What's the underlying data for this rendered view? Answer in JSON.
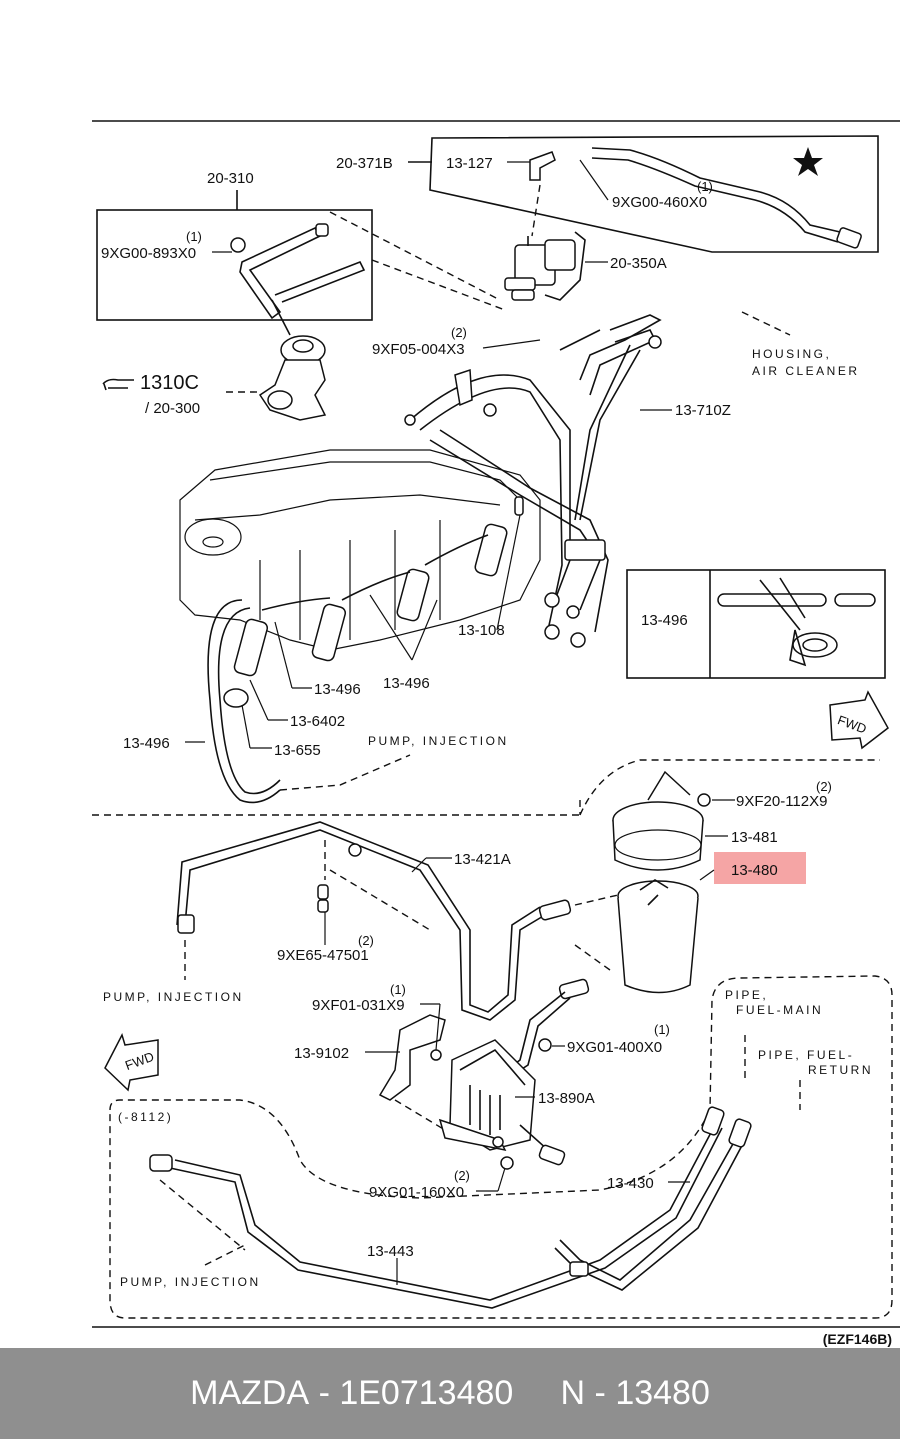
{
  "labels": {
    "l20_310": "20-310",
    "l20_371b": "20-371B",
    "l13_127": "13-127",
    "l9xg00_460x0": "9XG00-460X0",
    "l9xg00_460x0_qty": "(1)",
    "l9xg00_893x0": "9XG00-893X0",
    "l9xg00_893x0_qty": "(1)",
    "l20_350a": "20-350A",
    "l9xf05_004x3": "9XF05-004X3",
    "l9xf05_004x3_qty": "(2)",
    "l1310c": "1310C",
    "l20_300": "/ 20-300",
    "housing1": "HOUSING,",
    "housing2": "AIR CLEANER",
    "l13_710z": "13-710Z",
    "l13_496_a": "13-496",
    "l13_496_b": "13-496",
    "l13_496_c": "13-496",
    "l13_496_box": "13-496",
    "l13_108": "13-108",
    "l13_6402": "13-6402",
    "l13_655": "13-655",
    "pump_inj_1": "PUMP, INJECTION",
    "l9xf20_112x9": "9XF20-112X9",
    "l9xf20_112x9_qty": "(2)",
    "l13_481": "13-481",
    "l13_480": "13-480",
    "l13_421a": "13-421A",
    "l9xe65_47501": "9XE65-47501",
    "l9xe65_47501_qty": "(2)",
    "pump_inj_2": "PUMP, INJECTION",
    "l9xf01_031x9": "9XF01-031X9",
    "l9xf01_031x9_qty": "(1)",
    "l13_9102": "13-9102",
    "l9xg01_400x0": "9XG01-400X0",
    "l9xg01_400x0_qty": "(1)",
    "l13_890a": "13-890A",
    "pipe_main1": "PIPE,",
    "pipe_main2": "FUEL-MAIN",
    "pipe_ret1": "PIPE, FUEL-",
    "pipe_ret2": "RETURN",
    "range_8112": "(-8112)",
    "l9xg01_160x0": "9XG01-160X0",
    "l9xg01_160x0_qty": "(2)",
    "l13_430": "13-430",
    "l13_443": "13-443",
    "pump_inj_3": "PUMP, INJECTION",
    "fwd": "FWD"
  },
  "highlight": {
    "color": "#f5a5a5"
  },
  "code": "(EZF146B)",
  "footer": {
    "brand": "MAZDA",
    "sep1": " - ",
    "part_number": "1E0713480",
    "gap": "     ",
    "ref": "N",
    "sep2": " - ",
    "ref_number": "13480"
  }
}
